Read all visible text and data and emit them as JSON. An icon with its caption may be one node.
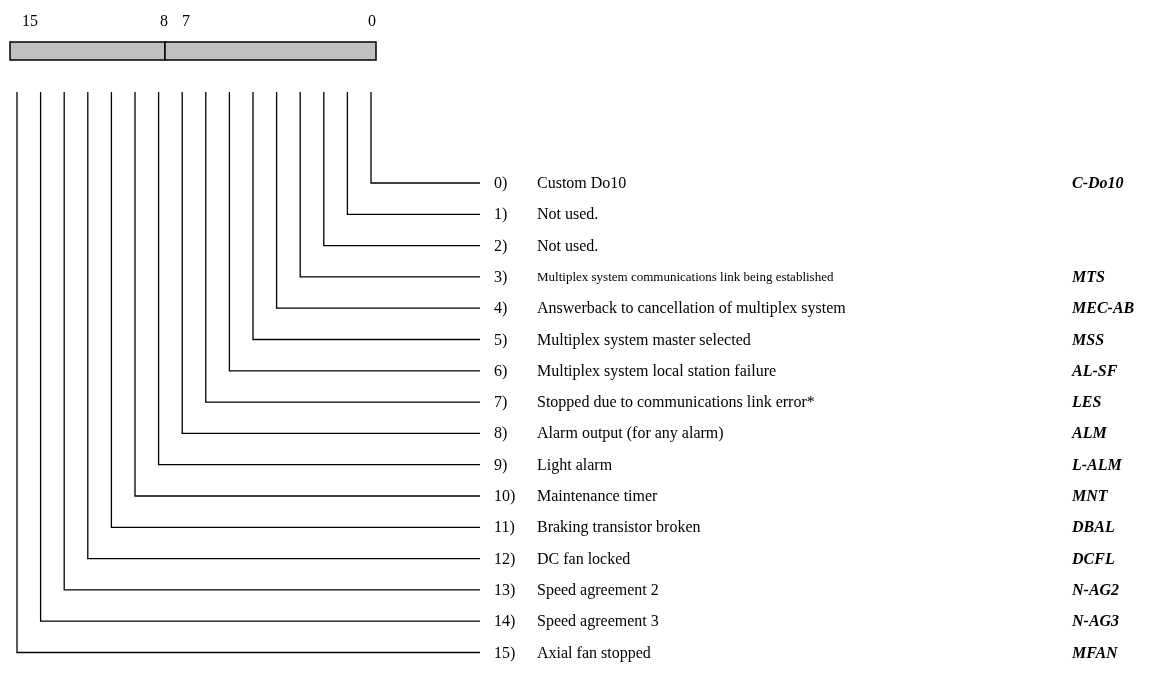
{
  "diagram": {
    "nodes": [
      {
        "text": [
          "0)",
          "Custom Do10",
          "C-Do10"
        ]
      },
      {
        "text": [
          "1)",
          "Not used."
        ]
      },
      {
        "text": [
          "2)",
          "Not used."
        ]
      },
      {
        "text": [
          "3)",
          "Multiplex system communications link being established",
          "MTS"
        ]
      },
      {
        "text": [
          "4)",
          "Answerback to cancellation of multiplex system",
          "MEC-AB"
        ]
      },
      {
        "text": [
          "5)",
          "Multiplex system master selected",
          "MSS"
        ]
      },
      {
        "text": [
          "6)",
          "Multiplex system local station failure",
          "AL-SF"
        ]
      },
      {
        "text": [
          "7)",
          "Stopped due to communications link error*",
          "LES"
        ]
      },
      {
        "text": [
          "8)",
          "Alarm output (for any alarm)",
          "ALM"
        ]
      },
      {
        "text": [
          "9)",
          "Light alarm",
          "L-ALM"
        ]
      },
      {
        "text": [
          "10)",
          "Maintenance timer",
          "MNT"
        ]
      },
      {
        "text": [
          "11)",
          "Braking transistor broken",
          "DBAL"
        ]
      },
      {
        "text": [
          "12)",
          "DC fan locked",
          "DCFL"
        ]
      },
      {
        "text": [
          "13)",
          "Speed agreement 2",
          "N-AG2"
        ]
      },
      {
        "text": [
          "14)",
          "Speed agreement 3",
          "N-AG3"
        ]
      },
      {
        "text": [
          "15)",
          "Axial fan stopped",
          "MFAN"
        ]
      }
    ],
    "edges": [
      {
        "from": 0,
        "to": null,
        "arrow": "none"
      },
      {
        "from": 1,
        "to": null,
        "arrow": "none"
      },
      {
        "from": 2,
        "to": null,
        "arrow": "none"
      },
      {
        "from": 3,
        "to": null,
        "arrow": "none"
      },
      {
        "from": 4,
        "to": null,
        "arrow": "none"
      },
      {
        "from": 5,
        "to": null,
        "arrow": "none"
      },
      {
        "from": 6,
        "to": null,
        "arrow": "none"
      },
      {
        "from": 7,
        "to": null,
        "arrow": "none"
      },
      {
        "from": 8,
        "to": null,
        "arrow": "none"
      },
      {
        "from": 9,
        "to": null,
        "arrow": "none"
      },
      {
        "from": 10,
        "to": null,
        "arrow": "none"
      },
      {
        "from": 11,
        "to": null,
        "arrow": "none"
      },
      {
        "from": 12,
        "to": null,
        "arrow": "none"
      },
      {
        "from": 13,
        "to": null,
        "arrow": "none"
      },
      {
        "from": 14,
        "to": null,
        "arrow": "none"
      },
      {
        "from": 15,
        "to": null,
        "arrow": "none"
      }
    ],
    "labels": [
      "15",
      "8",
      "7",
      "0"
    ]
  }
}
